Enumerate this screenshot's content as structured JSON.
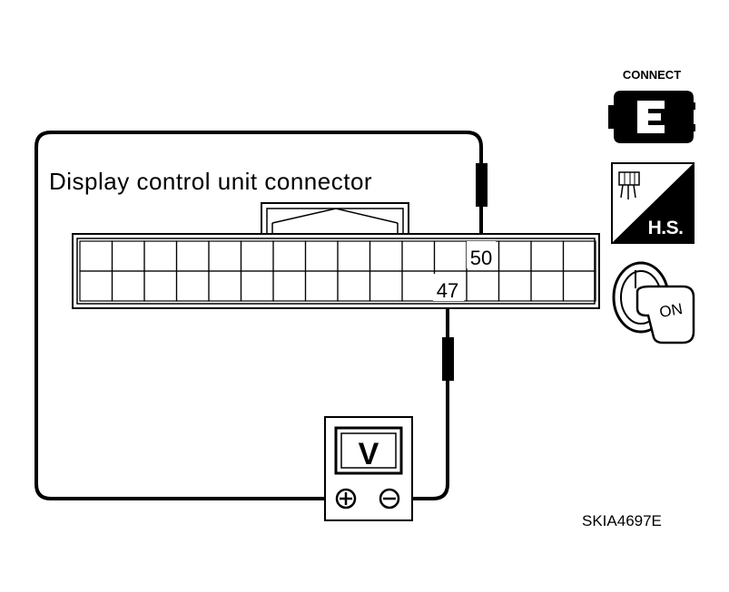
{
  "diagram": {
    "connector_title": "Display control unit connector",
    "terminal_positive": "50",
    "terminal_negative": "47",
    "meter_label": "V",
    "meter_plus_symbol": "+",
    "meter_minus_symbol": "−",
    "figure_code": "SKIA4697E"
  },
  "icons": {
    "connect_label": "CONNECT",
    "harness_side_label": "H.S.",
    "ignition_label": "ON",
    "connect_icon": "connector-plug-icon",
    "harness_side_icon": "harness-side-icon",
    "ignition_icon": "ignition-key-icon"
  },
  "colors": {
    "line": "#000000",
    "background": "#ffffff"
  }
}
